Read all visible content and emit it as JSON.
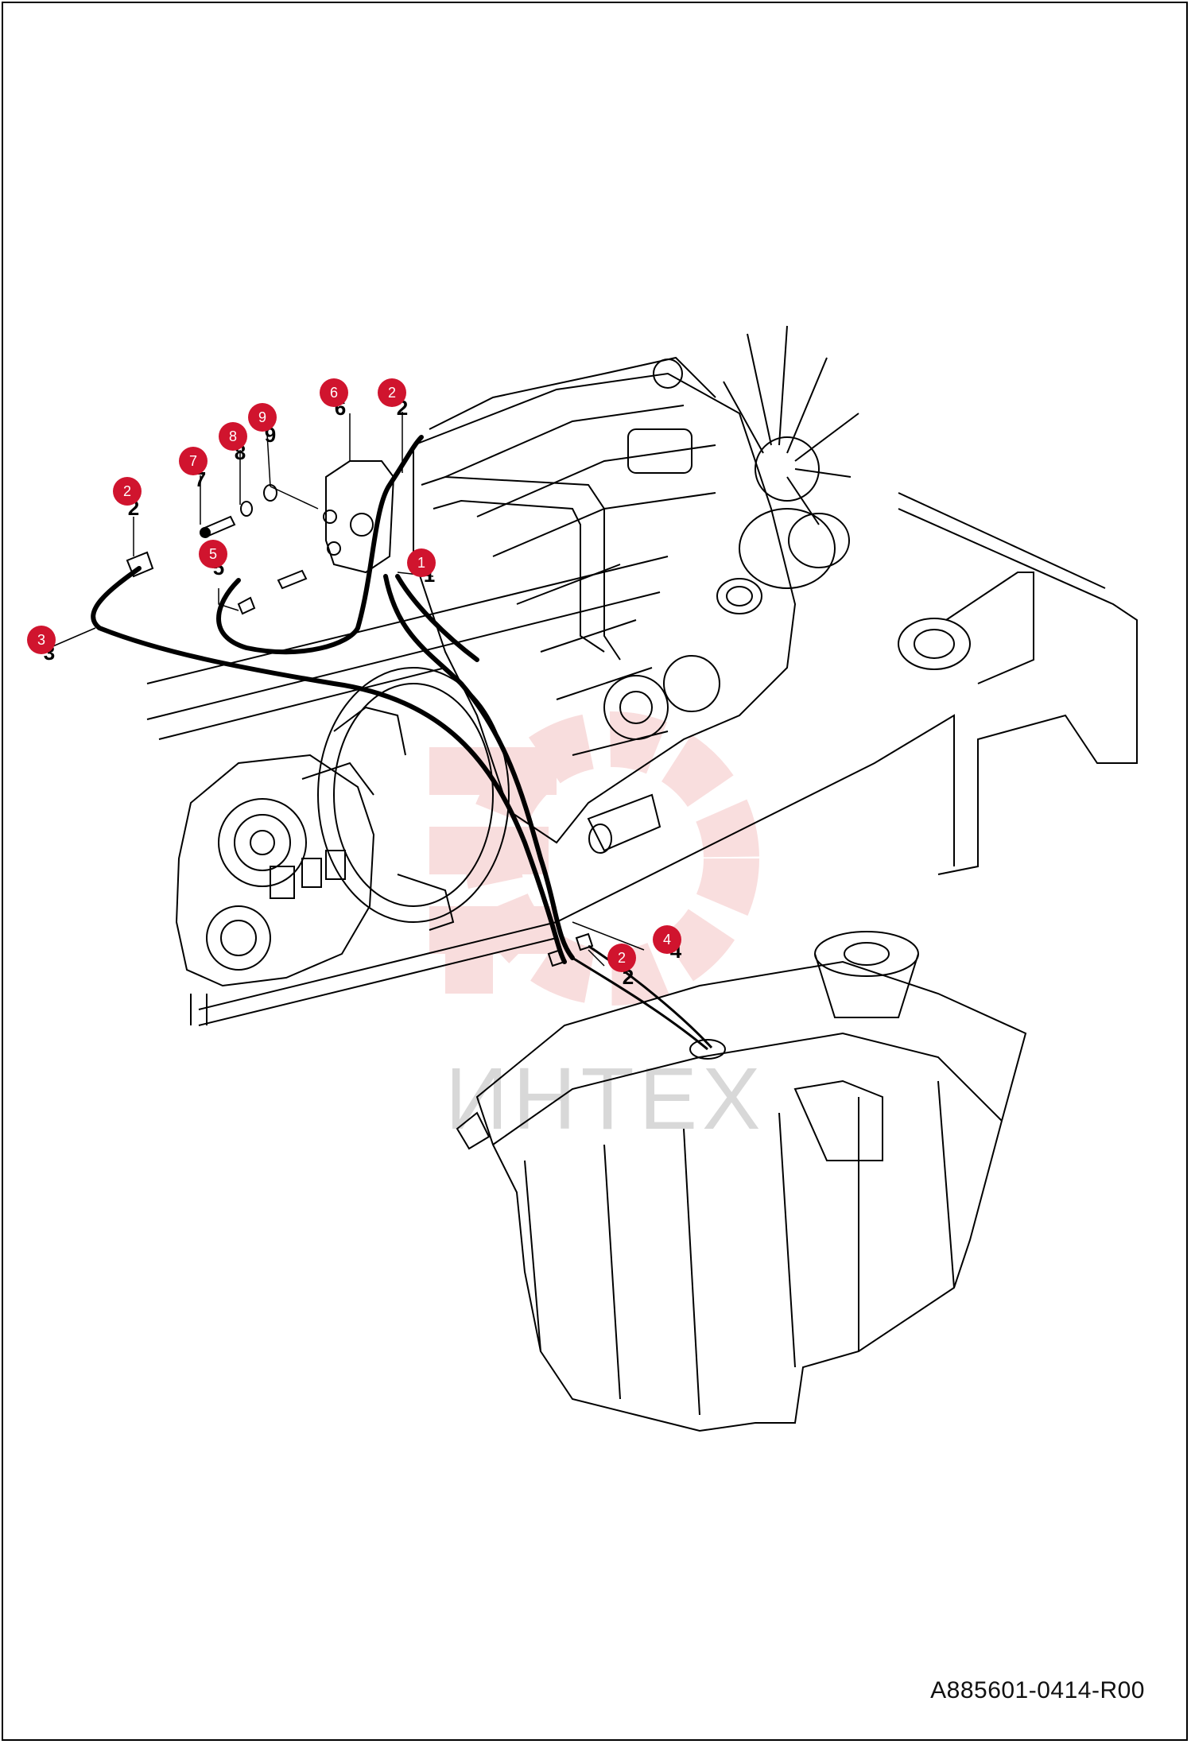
{
  "document": {
    "code": "A885601-0414-R00"
  },
  "watermark": {
    "text": "ИНТЕХ",
    "color": "#d9d9d9",
    "logo_color": "#f4c2c2"
  },
  "colors": {
    "callout": "#d0142e",
    "line": "#000000",
    "background": "#ffffff"
  },
  "callouts": [
    {
      "id": "c1",
      "label": "1"
    },
    {
      "id": "c2a",
      "label": "2"
    },
    {
      "id": "c2b",
      "label": "2"
    },
    {
      "id": "c2c",
      "label": "2"
    },
    {
      "id": "c3",
      "label": "3"
    },
    {
      "id": "c4",
      "label": "4"
    },
    {
      "id": "c5",
      "label": "5"
    },
    {
      "id": "c6",
      "label": "6"
    },
    {
      "id": "c7",
      "label": "7"
    },
    {
      "id": "c8",
      "label": "8"
    },
    {
      "id": "c9",
      "label": "9"
    }
  ]
}
